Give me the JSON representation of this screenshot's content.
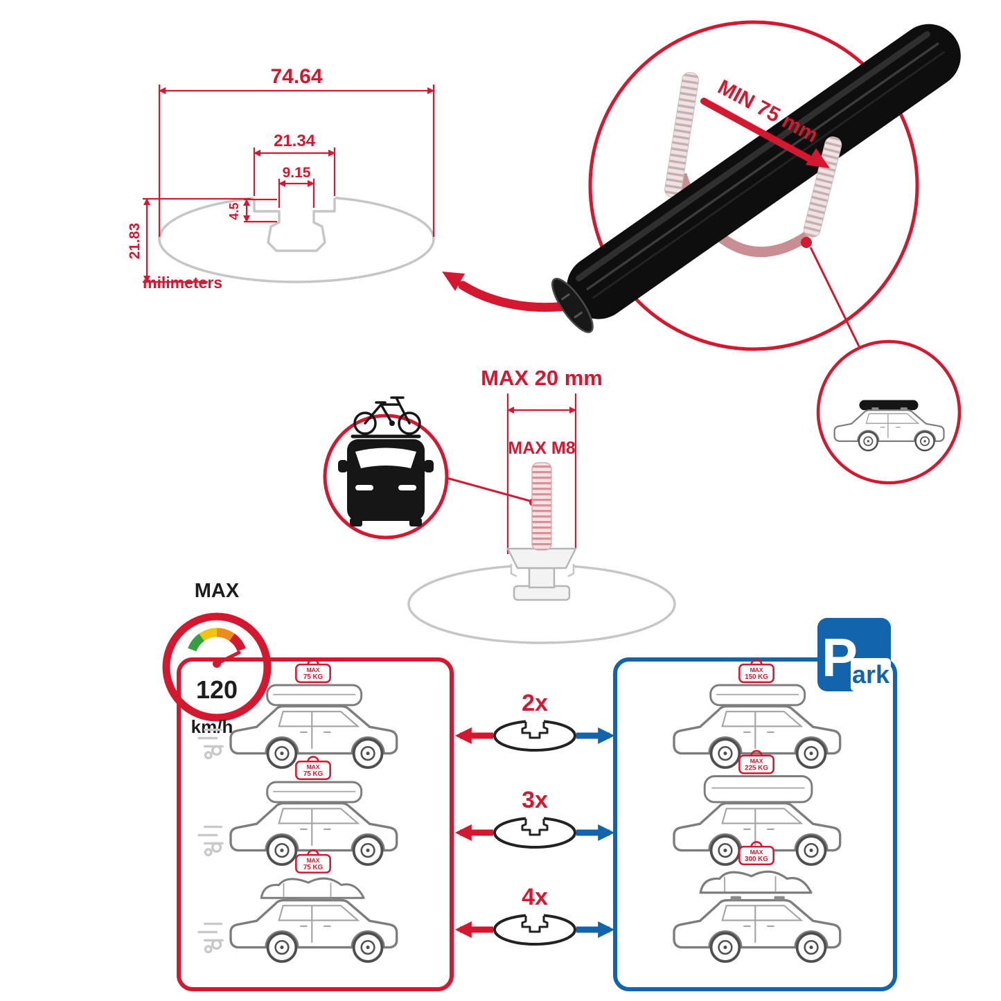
{
  "colors": {
    "accent_red": "#d5172f",
    "accent_blue": "#1265ad",
    "profile_gray": "#c6c6c6",
    "bar_black": "#0e0e0e"
  },
  "cross_section": {
    "total_width": "74.64",
    "channel_width": "21.34",
    "slot_width": "9.15",
    "lip_depth": "4.5",
    "height": "21.83",
    "units": "milimeters"
  },
  "bar_view": {
    "min_span": "MIN 75 mm"
  },
  "bolt": {
    "max_width": "MAX 20 mm",
    "max_thread": "MAX M8"
  },
  "speed": {
    "label": "MAX",
    "value": "120",
    "unit": "km/h"
  },
  "rows": [
    {
      "multiplier": "2x"
    },
    {
      "multiplier": "3x"
    },
    {
      "multiplier": "4x"
    }
  ],
  "driving": {
    "cars": [
      {
        "tag_title": "MAX",
        "tag_load": "75 KG"
      },
      {
        "tag_title": "MAX",
        "tag_load": "75 KG"
      },
      {
        "tag_title": "MAX",
        "tag_load": "75 KG"
      }
    ]
  },
  "parking": {
    "sign_p": "P",
    "sign_ark": "ark",
    "cars": [
      {
        "tag_title": "MAX",
        "tag_load": "150 KG"
      },
      {
        "tag_title": "MAX",
        "tag_load": "225 KG"
      },
      {
        "tag_title": "MAX",
        "tag_load": "300 KG"
      }
    ]
  },
  "icons": {
    "speedometer": "arc-gauge-with-needle",
    "parking_sign": "blue-square-white-P",
    "car_front_with_bike": "black-car-silhouette-bike-on-roof",
    "suv_with_roofbox": "suv-outline-black-roofbox",
    "crossbar_profile": "ellipse-with-t-slot"
  }
}
